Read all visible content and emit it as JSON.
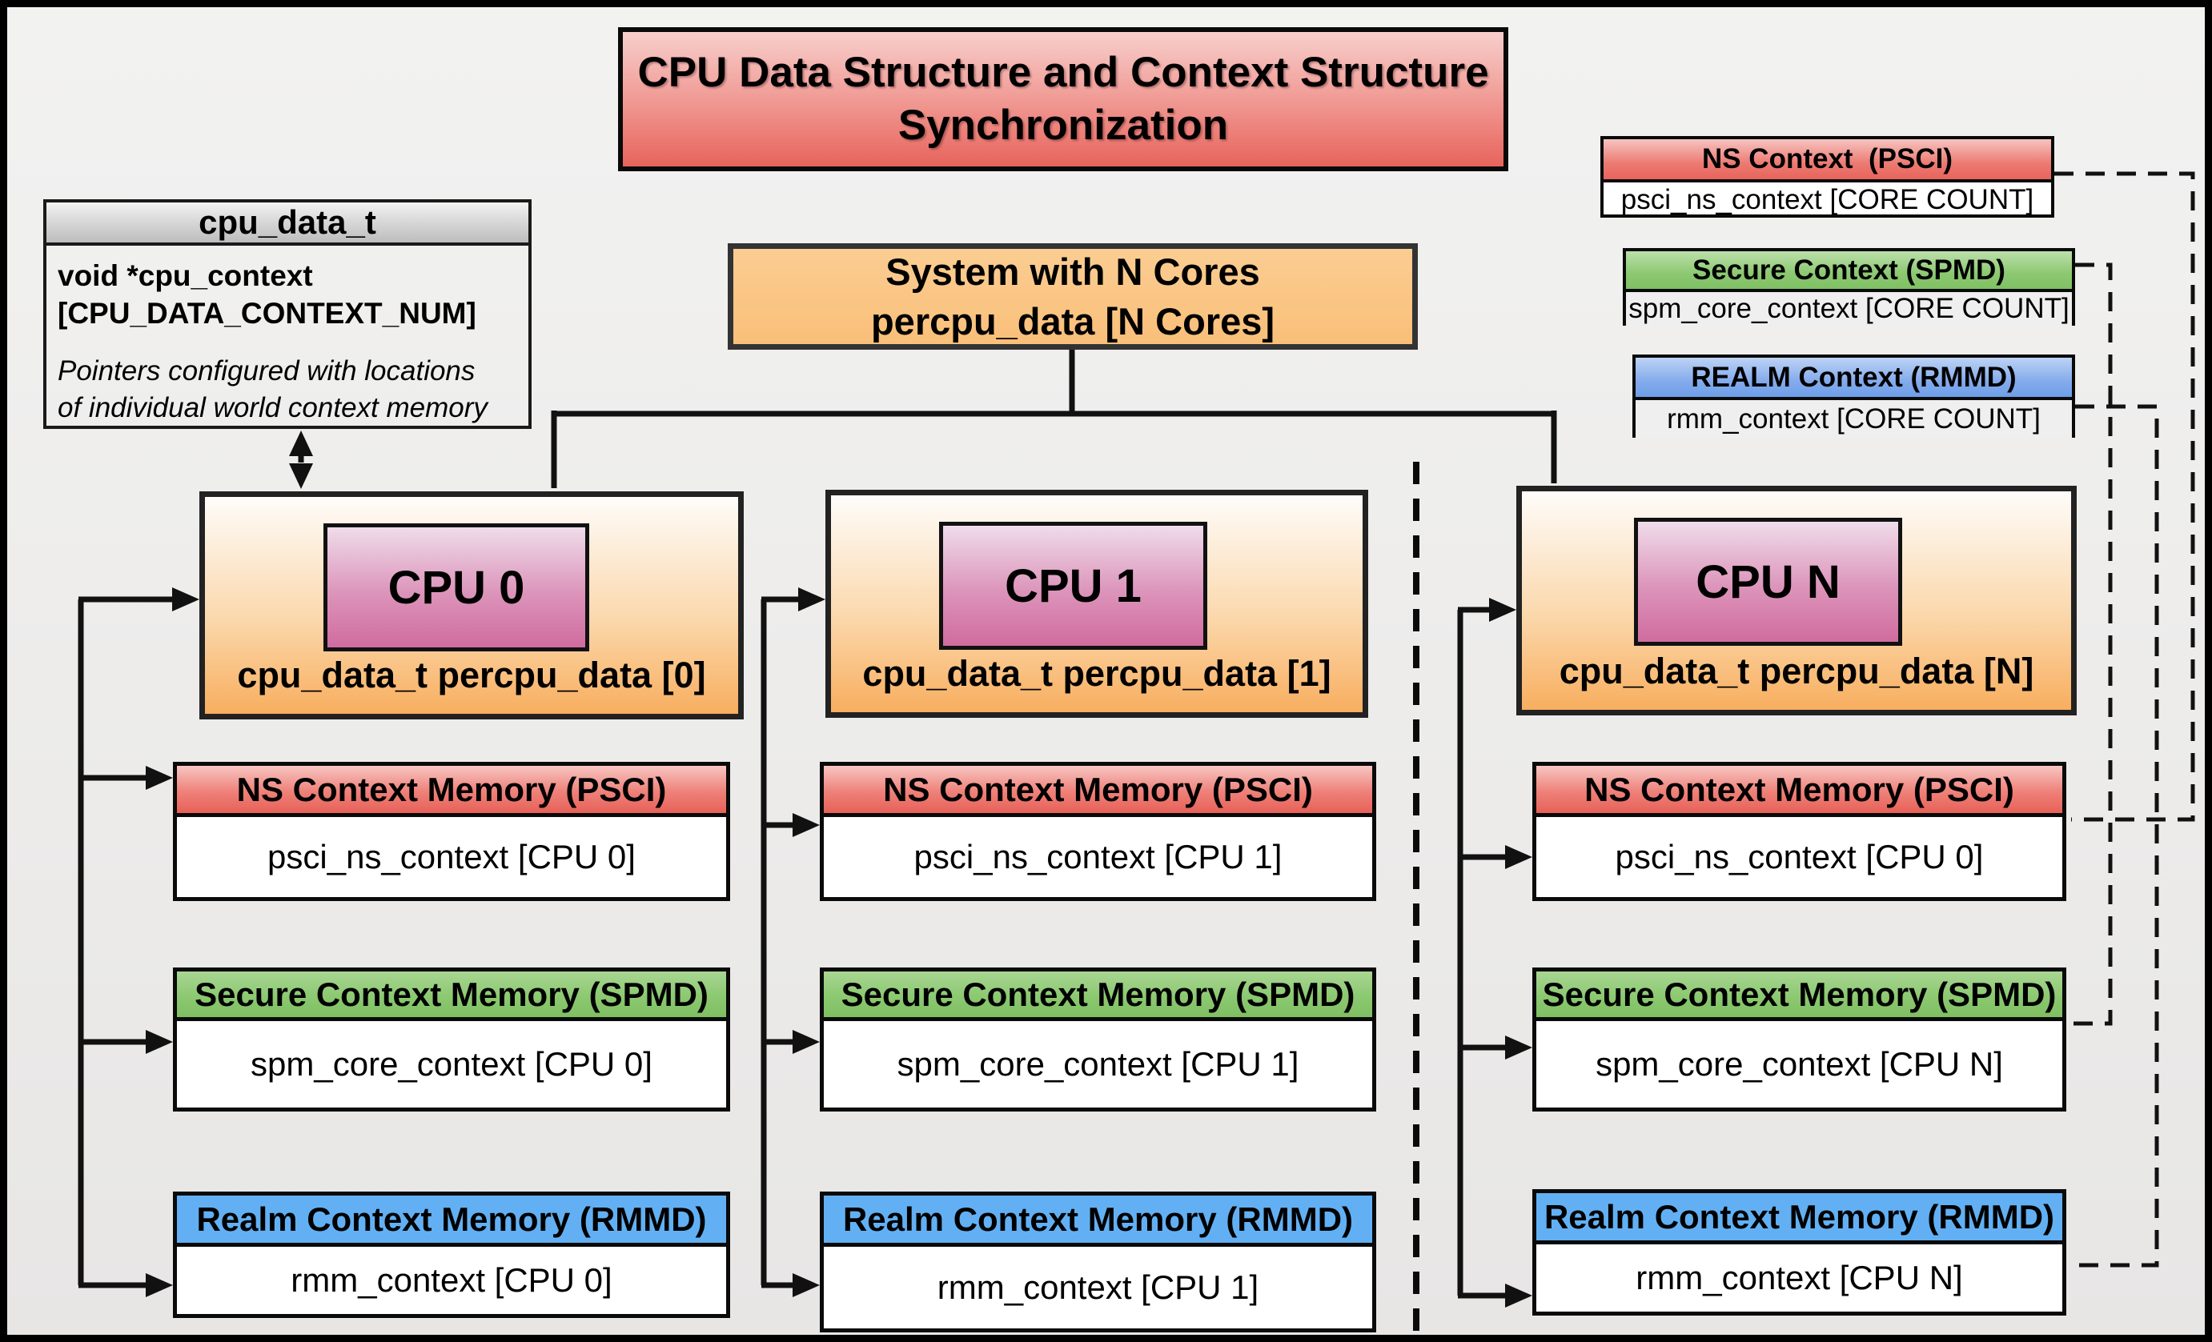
{
  "title": {
    "line1": "CPU Data Structure and Context Structure",
    "line2": "Synchronization"
  },
  "cpu_data_t": {
    "header": "cpu_data_t",
    "field_line1": "void  *cpu_context",
    "field_line2": "[CPU_DATA_CONTEXT_NUM]",
    "note_line1": "Pointers configured with locations",
    "note_line2": "of individual world context memory"
  },
  "system": {
    "line1": "System with N Cores",
    "line2": "percpu_data [N Cores]"
  },
  "legend": [
    {
      "title": "NS Context  (PSCI)",
      "body": "psci_ns_context [CORE COUNT]",
      "accent": "#e7645c"
    },
    {
      "title": "Secure Context (SPMD)",
      "body": "spm_core_context [CORE COUNT]",
      "accent": "#80c064"
    },
    {
      "title": "REALM Context (RMMD)",
      "body": "rmm_context [CORE COUNT]",
      "accent": "#6d9ee9"
    }
  ],
  "cpus": [
    {
      "label": "CPU 0",
      "data_line": "cpu_data_t percpu_data [0]",
      "ns": {
        "header": "NS Context Memory (PSCI)",
        "body": "psci_ns_context [CPU 0]"
      },
      "secure": {
        "header": "Secure Context Memory (SPMD)",
        "body": "spm_core_context [CPU 0]"
      },
      "realm": {
        "header": "Realm Context Memory (RMMD)",
        "body": "rmm_context [CPU 0]"
      }
    },
    {
      "label": "CPU 1",
      "data_line": "cpu_data_t percpu_data [1]",
      "ns": {
        "header": "NS Context Memory (PSCI)",
        "body": "psci_ns_context [CPU 1]"
      },
      "secure": {
        "header": "Secure Context Memory (SPMD)",
        "body": "spm_core_context [CPU 1]"
      },
      "realm": {
        "header": "Realm Context Memory (RMMD)",
        "body": "rmm_context [CPU 1]"
      }
    },
    {
      "label": "CPU N",
      "data_line": "cpu_data_t percpu_data [N]",
      "ns": {
        "header": "NS Context Memory (PSCI)",
        "body": "psci_ns_context [CPU 0]"
      },
      "secure": {
        "header": "Secure Context Memory (SPMD)",
        "body": "spm_core_context [CPU N]"
      },
      "realm": {
        "header": "Realm Context Memory (RMMD)",
        "body": "rmm_context [CPU N]"
      }
    }
  ],
  "colors": {
    "title_red": "#e7645c",
    "system_orange": "#f9bf79",
    "cpu_orange": "#f8ae5f",
    "cpu_label_pink": "#d06c9f",
    "ns_red": "#e76158",
    "secure_green": "#7fbf62",
    "realm_blue": "#62b0f3",
    "line_black": "#111111"
  }
}
